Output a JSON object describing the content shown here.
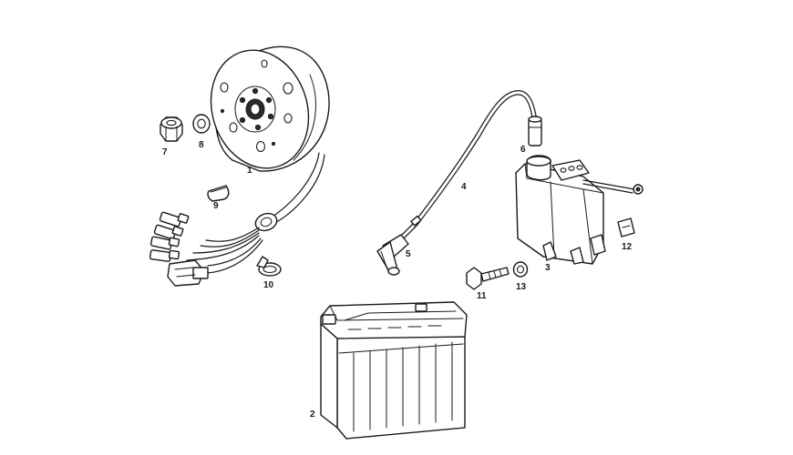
{
  "callouts": {
    "c1": "1",
    "c2": "2",
    "c3": "3",
    "c4": "4",
    "c5": "5",
    "c6": "6",
    "c7": "7",
    "c8": "8",
    "c9": "9",
    "c10": "10",
    "c11": "11",
    "c12": "12",
    "c13": "13"
  },
  "colors": {
    "line": "#1a1a1a",
    "background": "#ffffff"
  }
}
